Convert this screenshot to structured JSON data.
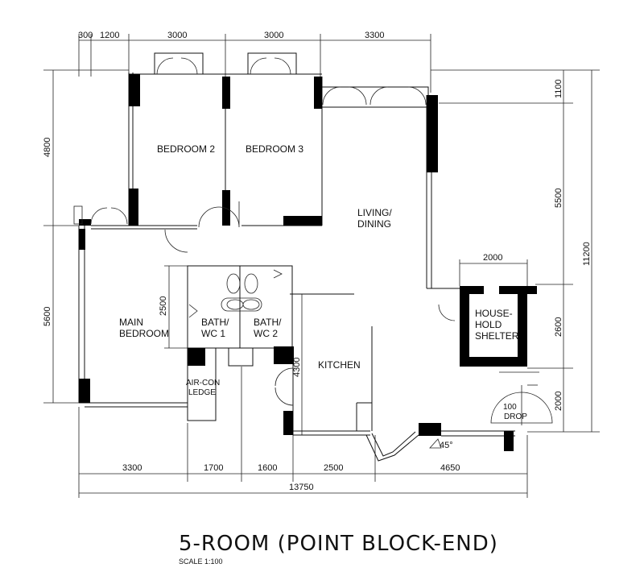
{
  "title": "5-ROOM (POINT BLOCK-END)",
  "scale": "SCALE   1:100",
  "rooms": {
    "bedroom2": "BEDROOM 2",
    "bedroom3": "BEDROOM 3",
    "living_line1": "LIVING/",
    "living_line2": "DINING",
    "main_line1": "MAIN",
    "main_line2": "BEDROOM",
    "bath1_line1": "BATH/",
    "bath1_line2": "WC 1",
    "bath2_line1": "BATH/",
    "bath2_line2": "WC 2",
    "kitchen": "KITCHEN",
    "shelter_line1": "HOUSE-",
    "shelter_line2": "HOLD",
    "shelter_line3": "SHELTER",
    "aircon_line1": "AIR-CON",
    "aircon_line2": "LEDGE",
    "drop_line1": "100",
    "drop_line2": "DROP"
  },
  "dimensions": {
    "top": [
      "300",
      "1200",
      "3000",
      "3000",
      "3300"
    ],
    "bottom": [
      "3300",
      "1700",
      "1600",
      "2500",
      "4650"
    ],
    "bottom_total": "13750",
    "left": [
      "4800",
      "5600"
    ],
    "right": [
      "1100",
      "5500",
      "2600",
      "2000"
    ],
    "right_total": "11200",
    "shelter_width": "2000",
    "bath_height": "2500",
    "kitchen_height": "4300",
    "angle": "45°"
  }
}
